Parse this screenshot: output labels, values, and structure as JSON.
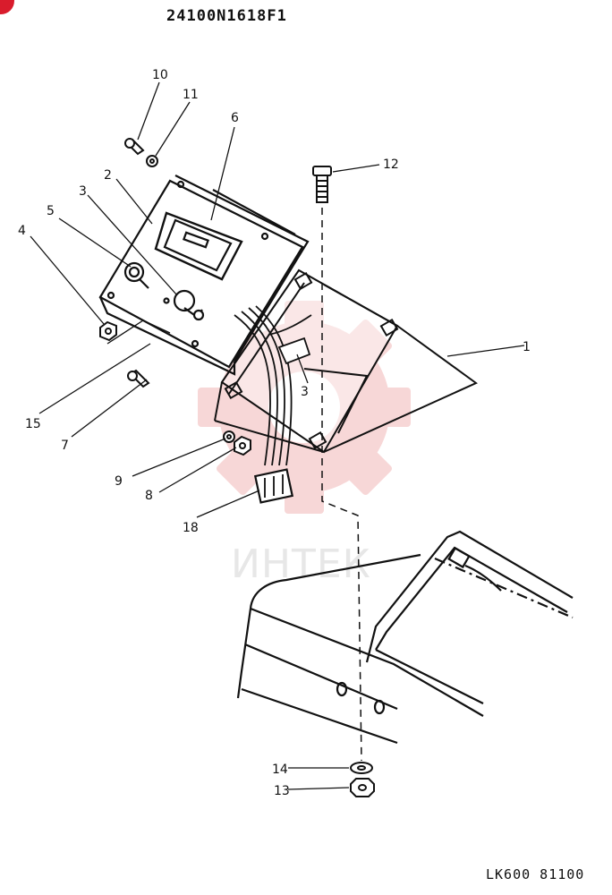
{
  "header": {
    "part_number": "24100N1618F1"
  },
  "footer": {
    "reference": "LK600  81100"
  },
  "watermark": {
    "text": "ИНТЕК",
    "color": "#f2b8b8"
  },
  "callouts": {
    "c1": "1",
    "c2": "2",
    "c3a": "3",
    "c3b": "3",
    "c4": "4",
    "c5": "5",
    "c6": "6",
    "c7": "7",
    "c8": "8",
    "c9": "9",
    "c10": "10",
    "c11": "11",
    "c12": "12",
    "c13": "13",
    "c14": "14",
    "c15": "15",
    "c18": "18"
  }
}
